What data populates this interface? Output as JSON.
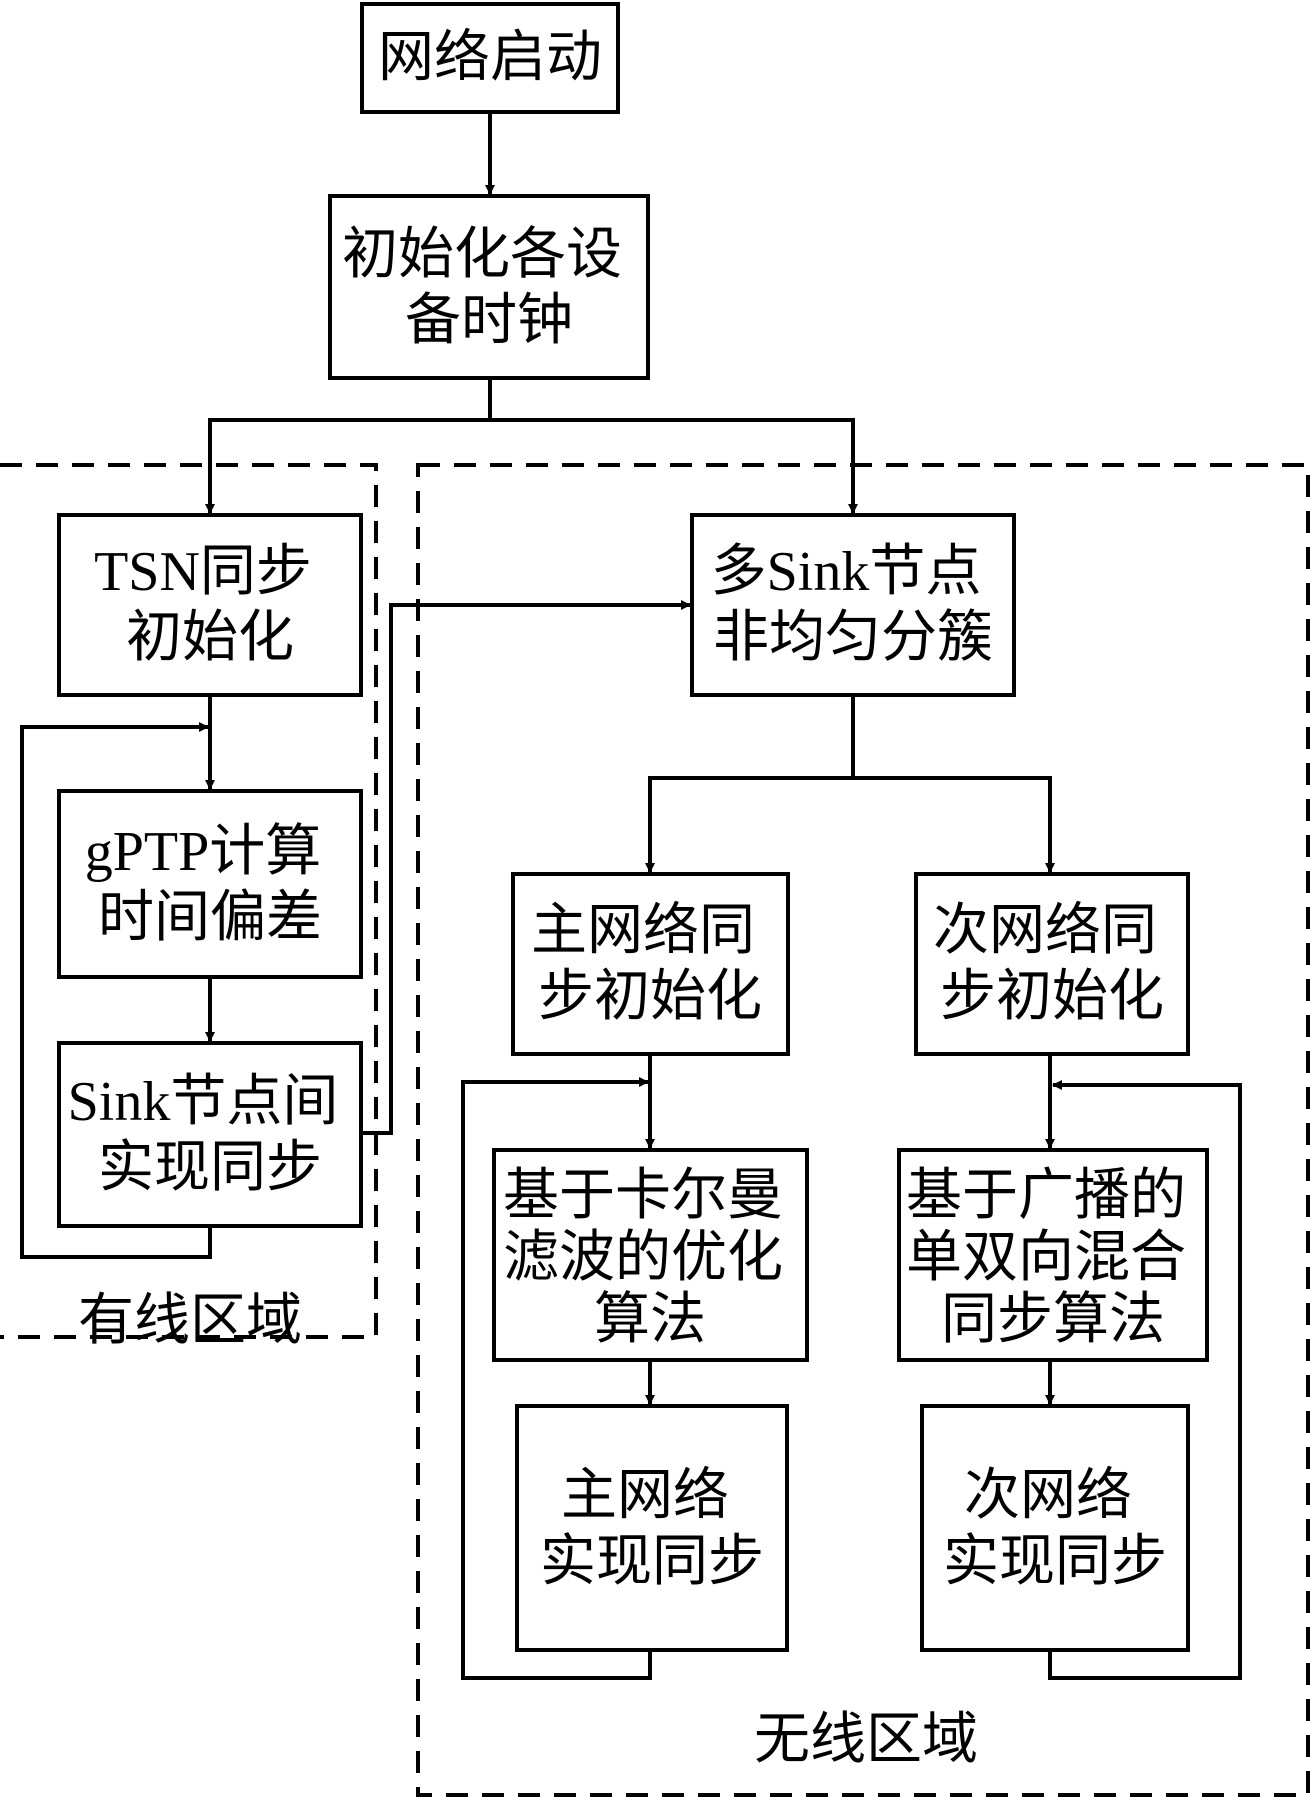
{
  "nodes": {
    "start": [
      "网络启动"
    ],
    "init_clocks": [
      "初始化各设",
      "备时钟"
    ],
    "tsn_init": [
      "TSN同步",
      "初始化"
    ],
    "gptp": [
      "gPTP计算",
      "时间偏差"
    ],
    "sink_sync": [
      "Sink节点间",
      "实现同步"
    ],
    "cluster": [
      "多Sink节点",
      "非均匀分簇"
    ],
    "main_init": [
      "主网络同",
      "步初始化"
    ],
    "sub_init": [
      "次网络同",
      "步初始化"
    ],
    "kalman": [
      "基于卡尔曼",
      "滤波的优化",
      "算法"
    ],
    "broadcast": [
      "基于广播的",
      "单双向混合",
      "同步算法"
    ],
    "main_sync": [
      "主网络",
      "实现同步"
    ],
    "sub_sync": [
      "次网络",
      "实现同步"
    ]
  },
  "regions": {
    "wired": "有线区域",
    "wireless": "无线区域"
  }
}
